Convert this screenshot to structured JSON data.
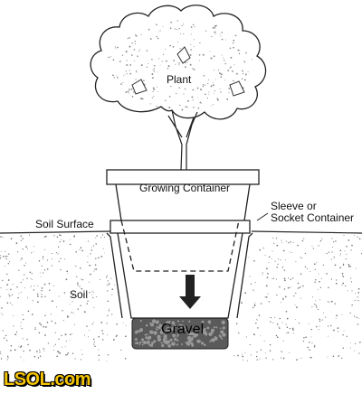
{
  "labels": {
    "plant": "Plant",
    "growing_container": "Growing Container",
    "sleeve_line1": "Sleeve or",
    "sleeve_line2": "Socket Container",
    "soil_surface": "Soil Surface",
    "soil": "Soil",
    "gravel": "Gravel"
  },
  "logo": "LSOL.com",
  "colors": {
    "ink": "#111111",
    "logo_fill": "#f5c400",
    "gravel": "#555555"
  }
}
